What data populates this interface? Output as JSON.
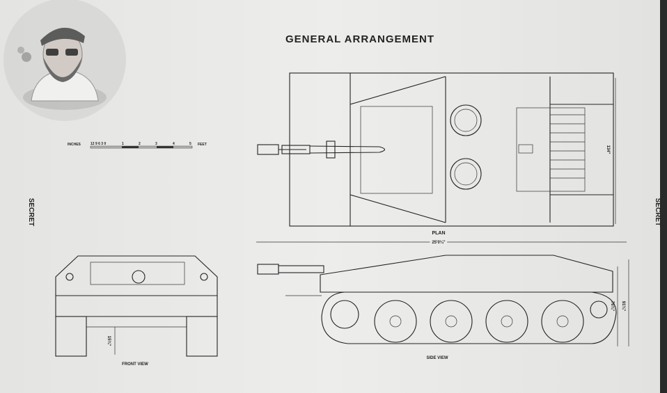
{
  "title": "GENERAL ARRANGEMENT",
  "classification_left": "SECRET",
  "classification_right": "SECRET",
  "scale_bar": {
    "left_label": "INCHES",
    "inch_ticks": "12 9 6 3 0",
    "foot_ticks": [
      "1",
      "2",
      "3",
      "4",
      "5"
    ],
    "right_label": "FEET"
  },
  "views": {
    "plan": "PLAN",
    "side": "SIDE VIEW",
    "front": "FRONT VIEW"
  },
  "dimensions": {
    "overall_length": "25'0¼\"",
    "plan_width": "134\"",
    "side_height_hull": "76¾\"",
    "side_height_total": "91¾\"",
    "front_clearance": "15¾\""
  },
  "watermark": {
    "type": "avatar-logo"
  },
  "colors": {
    "paper": "#e9e9e7",
    "ink": "#222222",
    "edge": "#2a2a2a"
  }
}
